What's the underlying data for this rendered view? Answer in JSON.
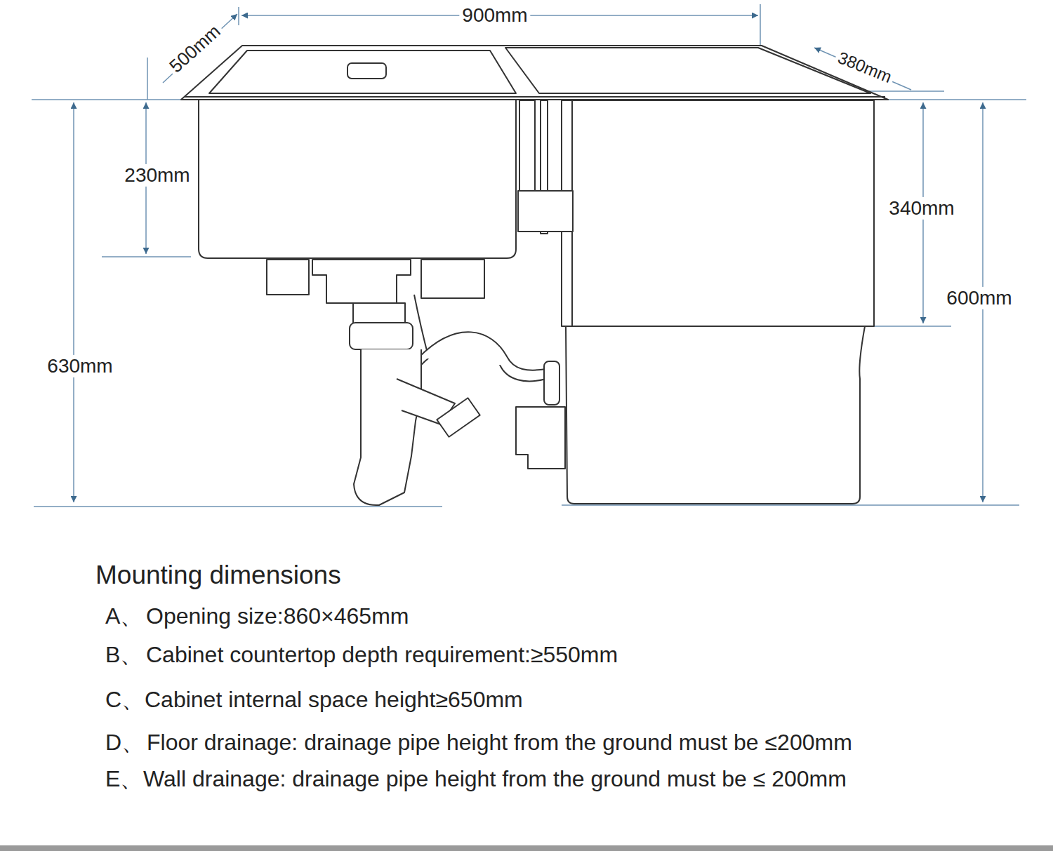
{
  "diagram": {
    "title": "Mounting dimensions",
    "labels": [
      "900mm",
      "500mm",
      "380mm",
      "230mm",
      "630mm",
      "340mm",
      "600mm",
      "A、",
      "Opening size:860×465mm",
      "B、",
      "Cabinet countertop depth requirement:≥550mm",
      "C、",
      "Cabinet internal space height≥650mm",
      "D、",
      "Floor drainage: drainage pipe height from the ground must be ≤200mm",
      "E、",
      "Wall drainage: drainage pipe height from the ground must be ≤ 200mm"
    ]
  }
}
